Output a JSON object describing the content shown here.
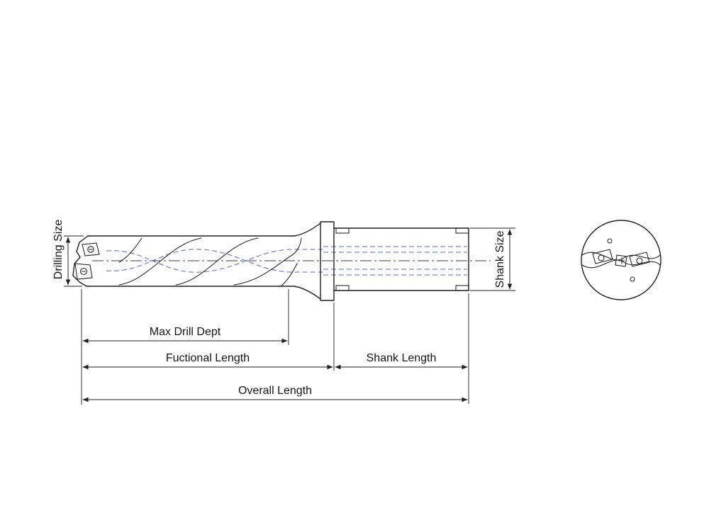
{
  "page": {
    "background": "#ffffff",
    "description_visible": false
  },
  "labels": {
    "drilling_size": "Drilling Size",
    "shank_size": "Shank Size",
    "max_drill_depth": "Max Drill Dept",
    "functional_length": "Fuctional Length",
    "shank_length": "Shank Length",
    "overall_length": "Overall Length"
  },
  "colors": {
    "outline": "#1f1f1f",
    "hidden_line": "#5566cc",
    "centerline": "#3c3c3c",
    "dimension_line": "#1f1f1f",
    "text": "#141414",
    "background": "#ffffff"
  }
}
